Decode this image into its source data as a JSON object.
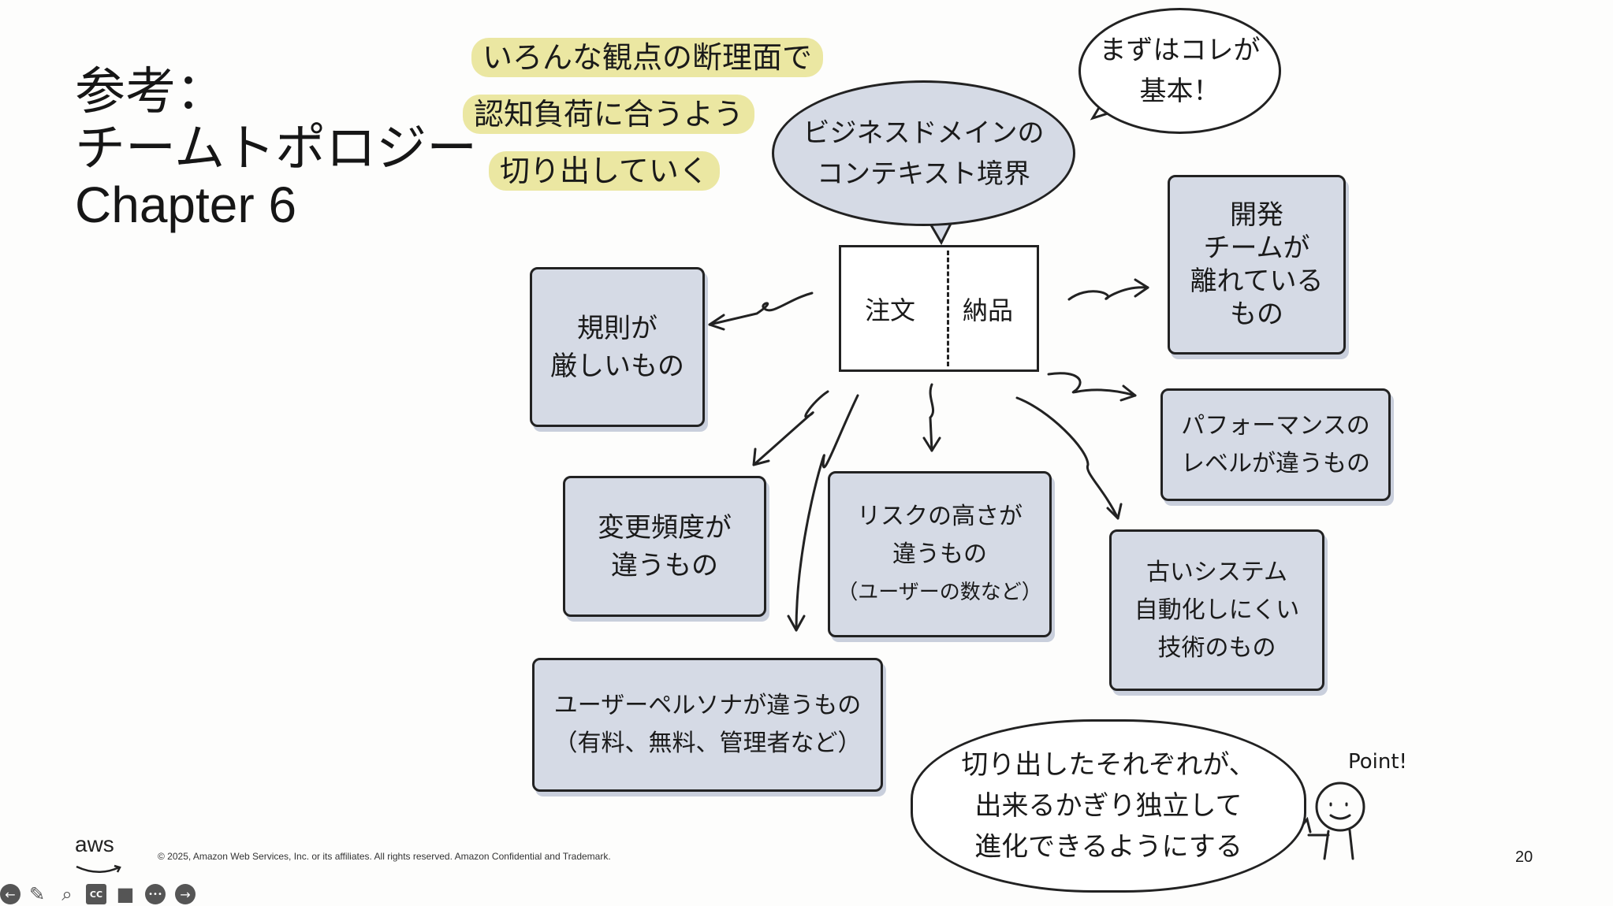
{
  "slide": {
    "title_lines": [
      "参考：",
      "チームトポロジー",
      "Chapter 6"
    ],
    "notes": [
      "いろんな観点の断理面で",
      "認知負荷に合うよう",
      "切り出していく"
    ],
    "context_bubble": [
      "ビジネスドメインの",
      "コンテキスト境界"
    ],
    "basic_bubble": [
      "まずはコレが",
      "基本！"
    ],
    "book": {
      "left": "注文",
      "right": "納品"
    },
    "boxes": {
      "regulation": [
        "規則が",
        "厳しいもの"
      ],
      "dev_team": [
        "開発",
        "チームが",
        "離れている",
        "もの"
      ],
      "performance": [
        "パフォーマンスの",
        "レベルが違うもの"
      ],
      "change_freq": [
        "変更頻度が",
        "違うもの"
      ],
      "risk": [
        "リスクの高さが",
        "違うもの",
        "（ユーザーの数など）"
      ],
      "legacy": [
        "古いシステム",
        "自動化しにくい",
        "技術のもの"
      ],
      "persona": [
        "ユーザーペルソナが違うもの",
        "（有料、無料、管理者など）"
      ]
    },
    "point_bubble": [
      "切り出したそれぞれが、",
      "出来るかぎり独立して",
      "進化できるようにする"
    ],
    "point_label": "Point!",
    "page_number": "20"
  },
  "footer": {
    "logo": "aws",
    "copyright": "© 2025, Amazon Web Services, Inc. or its affiliates. All rights reserved. Amazon Confidential and Trademark."
  },
  "toolbar": {
    "prev": "←",
    "pen": "✎",
    "search": "⌕",
    "cc": "CC",
    "video": "■",
    "more": "•••",
    "next": "→"
  },
  "colors": {
    "box_fill": "#d5dae5",
    "highlight": "#ebe7a2"
  }
}
